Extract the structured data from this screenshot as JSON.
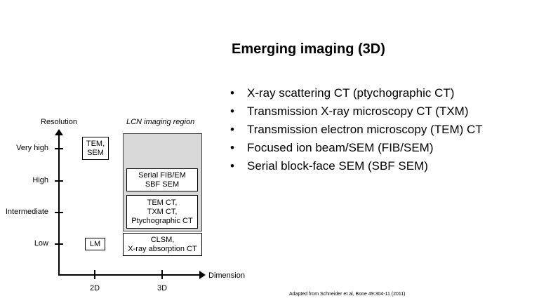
{
  "slide": {
    "title": "Emerging imaging (3D)",
    "bullet_marker": "•",
    "bullets": [
      "X-ray scattering CT (ptychographic CT)",
      "Transmission X-ray microscopy CT (TXM)",
      "Transmission electron microscopy (TEM) CT",
      "Focused ion beam/SEM (FIB/SEM)",
      "Serial block-face SEM (SBF SEM)"
    ],
    "source": "Adapted from Schneider et al, Bone 49:304-11 (2011)"
  },
  "diagram": {
    "y_axis_label": "Resolution",
    "x_axis_label": "Dimension",
    "region_label": "LCN imaging region",
    "y_ticks": [
      "Very high",
      "High",
      "Intermediate",
      "Low"
    ],
    "x_ticks": [
      "2D",
      "3D"
    ],
    "boxes_2d": {
      "very_high": "TEM,\nSEM",
      "low": "LM"
    },
    "boxes_3d": {
      "high": "Serial FIB/EM\nSBF SEM",
      "intermediate": "TEM CT,\nTXM CT,\nPtychographic CT",
      "low": "CLSM,\nX-ray absorption CT"
    },
    "colors": {
      "region_fill": "#d9d9d9",
      "line": "#000000"
    }
  }
}
